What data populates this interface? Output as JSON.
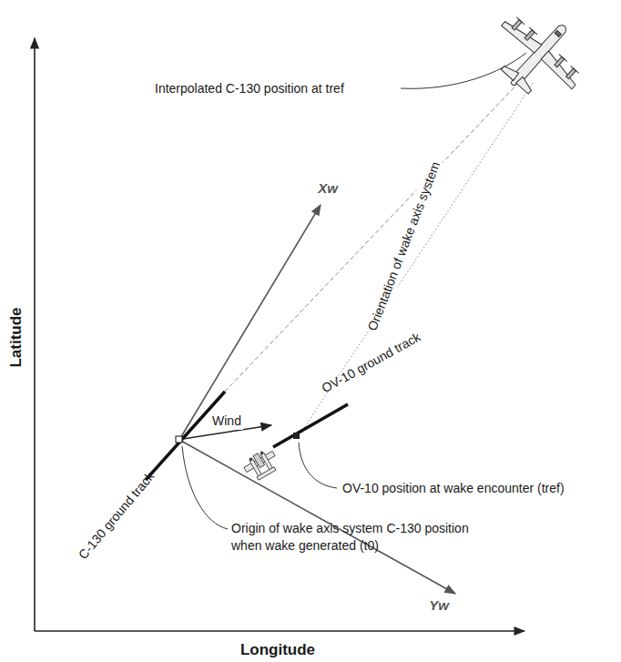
{
  "diagram": {
    "labels": [
      "Latitude",
      "Longitude",
      "Xw",
      "Yw",
      "Interpolated C-130 position at tref",
      "Orientation of wake axis system",
      "C-130 ground track",
      "Wind",
      "OV-10 ground track",
      "OV-10 position at wake encounter (tref)",
      "Origin of wake axis system C-130 position when wake generated (t0)"
    ]
  }
}
